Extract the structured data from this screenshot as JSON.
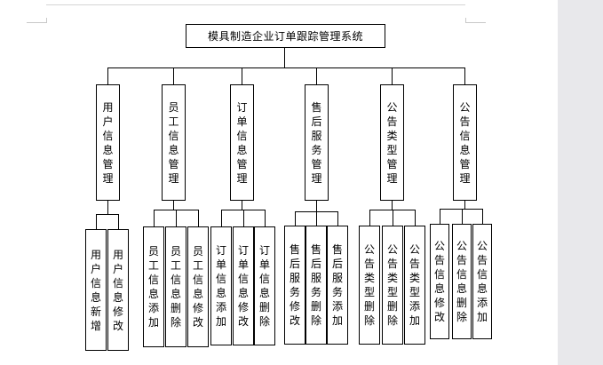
{
  "title": "模具制造企业订单跟踪管理系统",
  "modules": [
    {
      "label": "用户信息管理",
      "children": [
        "用户信息新增",
        "用户信息修改"
      ]
    },
    {
      "label": "员工信息管理",
      "children": [
        "员工信息添加",
        "员工信息删除",
        "员工信息修改"
      ]
    },
    {
      "label": "订单信息管理",
      "children": [
        "订单信息添加",
        "订单信息修改",
        "订单信息删除"
      ]
    },
    {
      "label": "售后服务管理",
      "children": [
        "售后服务修改",
        "售后服务删除",
        "售后服务添加"
      ]
    },
    {
      "label": "公告类型管理",
      "children": [
        "公告类型删除",
        "公告类型删除",
        "公告类型添加"
      ]
    },
    {
      "label": "公告信息管理",
      "children": [
        "公告信息修改",
        "公告信息删除",
        "公告信息添加"
      ]
    }
  ]
}
